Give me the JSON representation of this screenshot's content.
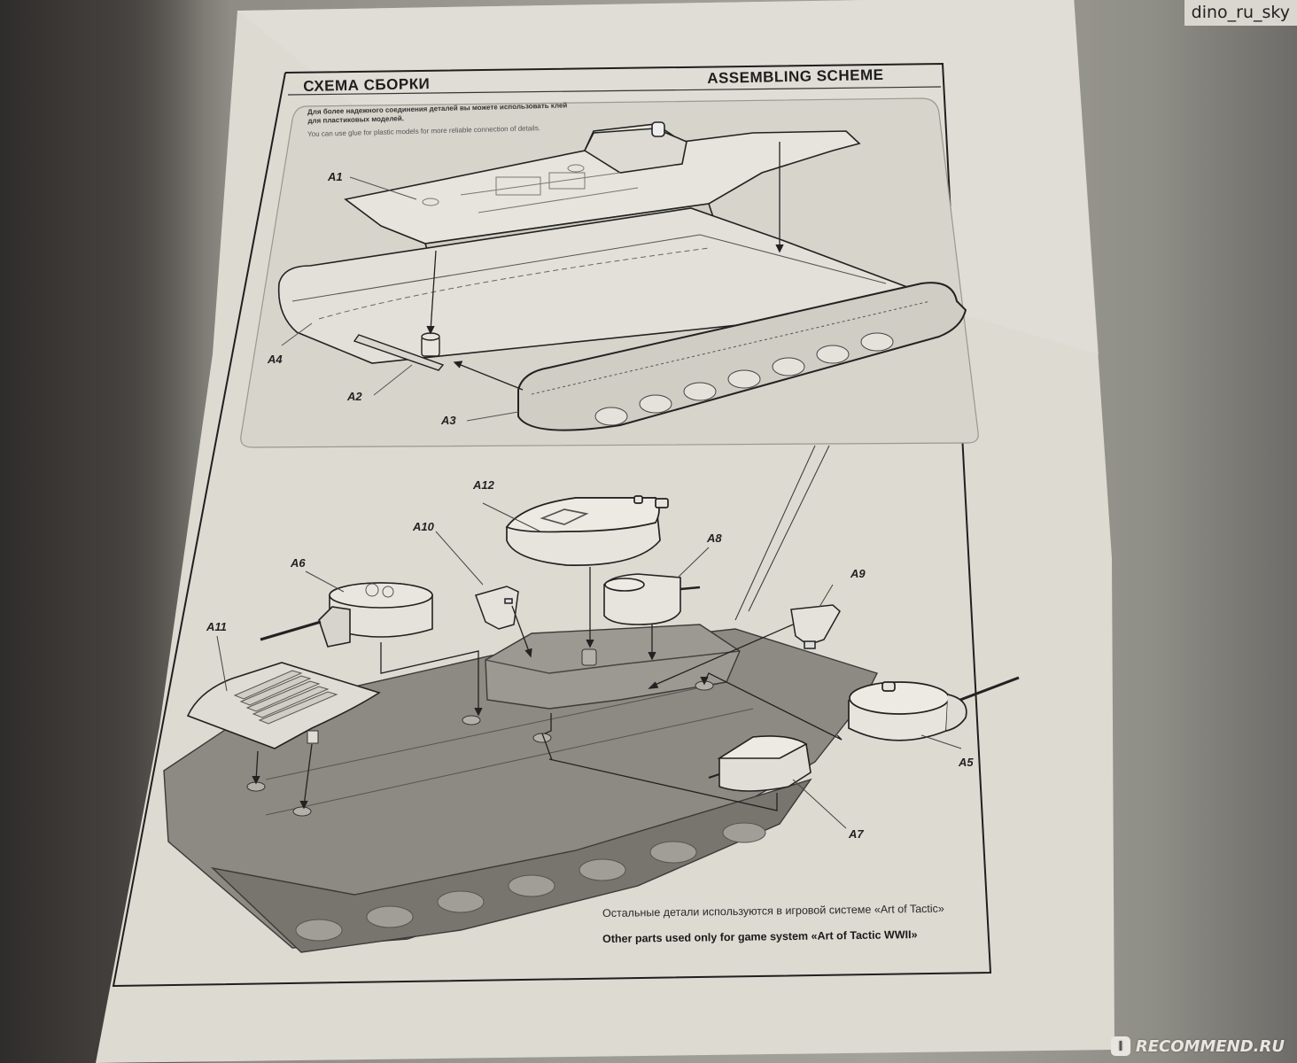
{
  "photo": {
    "watermark": "dino_ru_sky",
    "brand": {
      "logo_letter": "I",
      "text": "RECOMMEND.RU"
    }
  },
  "sheet": {
    "title_ru": "СХЕМА СБОРКИ",
    "title_en": "ASSEMBLING SCHEME",
    "glue_note_ru": "Для более надежного соединения деталей вы можете использовать клей для пластиковых моделей.",
    "glue_note_en": "You can use glue for plastic models for more reliable connection of details.",
    "footnote_ru": "Остальные детали используются в игровой системе «Art of Tactic»",
    "footnote_en": "Other parts used only for game system «Art of Tactic WWII»"
  },
  "step1_parts": [
    "A1",
    "A2",
    "A3",
    "A4"
  ],
  "step2_parts": [
    "A5",
    "A6",
    "A7",
    "A8",
    "A9",
    "A10",
    "A11",
    "A12"
  ],
  "colors": {
    "paper": "#dedcd3",
    "ink": "#1e1e1e",
    "hull_shade": "#8c8a82"
  }
}
